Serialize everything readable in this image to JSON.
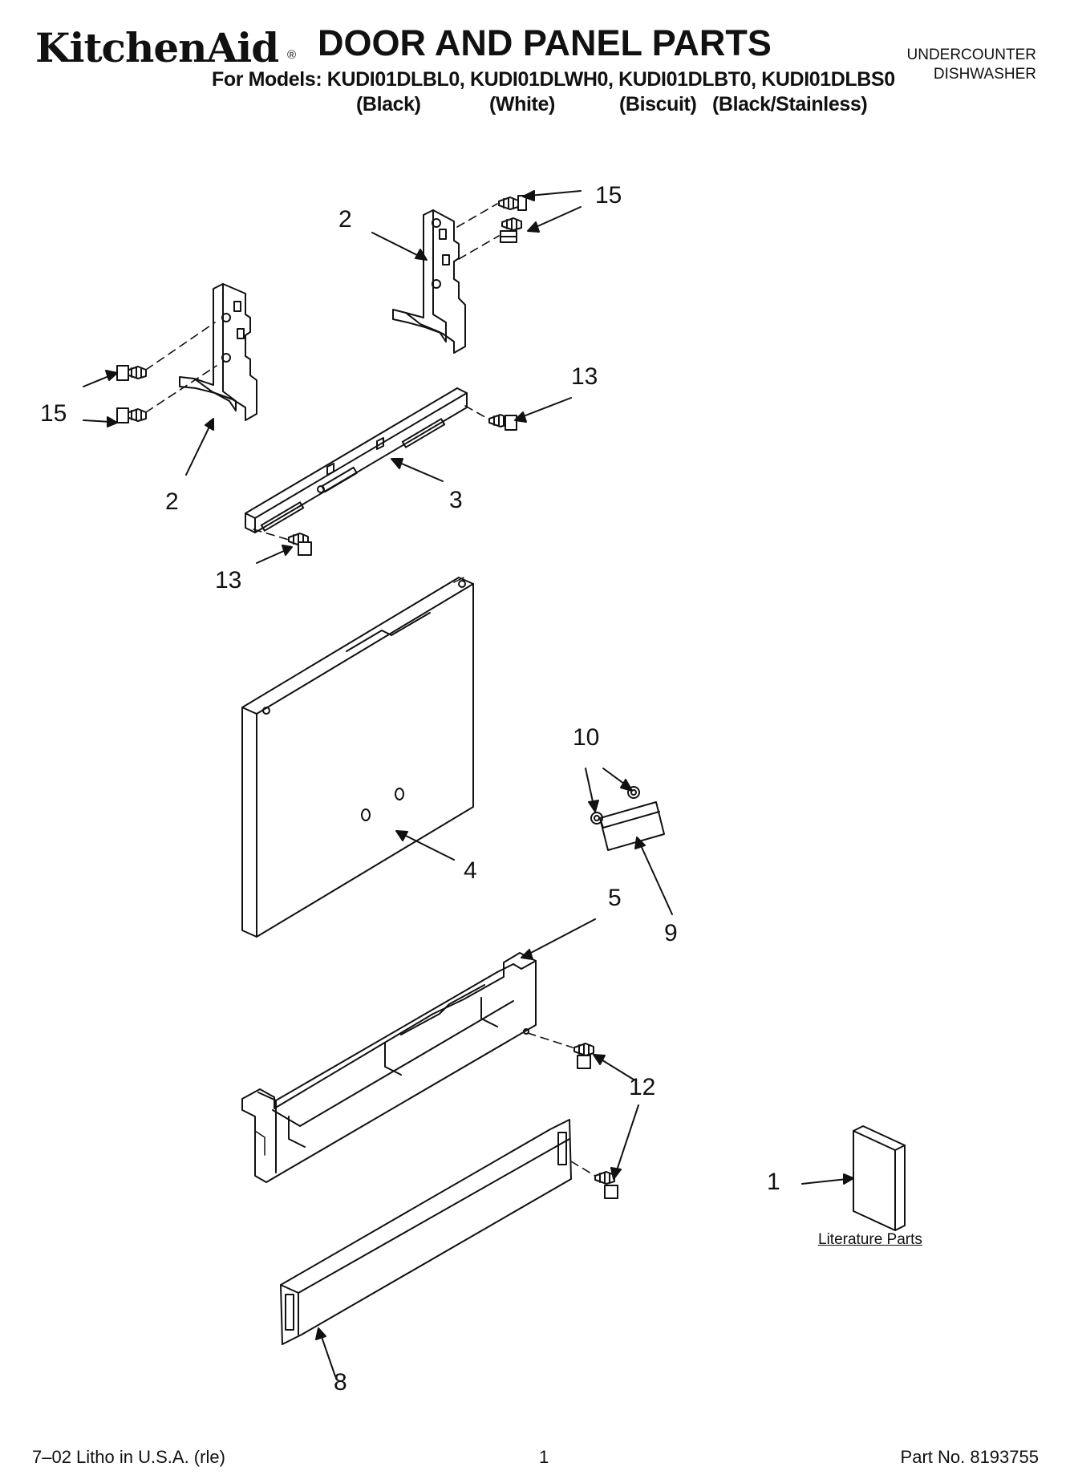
{
  "header": {
    "brand": "KitchenAid",
    "brand_mark": "®",
    "title": "DOOR AND PANEL PARTS",
    "models_line": "For Models: KUDI01DLBL0, KUDI01DLWH0, KUDI01DLBT0, KUDI01DLBS0",
    "colors": [
      "(Black)",
      "(White)",
      "(Biscuit)",
      "(Black/Stainless)"
    ],
    "product_type_line1": "UNDERCOUNTER",
    "product_type_line2": "DISHWASHER"
  },
  "callouts": {
    "c15a": "15",
    "c2a": "2",
    "c15b": "15",
    "c2b": "2",
    "c13a": "13",
    "c3": "3",
    "c13b": "13",
    "c10": "10",
    "c4": "4",
    "c9": "9",
    "c5": "5",
    "c12": "12",
    "c1": "1",
    "c8": "8"
  },
  "literature_label": "Literature Parts",
  "footer": {
    "litho": "7–02 Litho in U.S.A. (rle)",
    "page": "1",
    "part_no": "Part No. 8193755"
  }
}
